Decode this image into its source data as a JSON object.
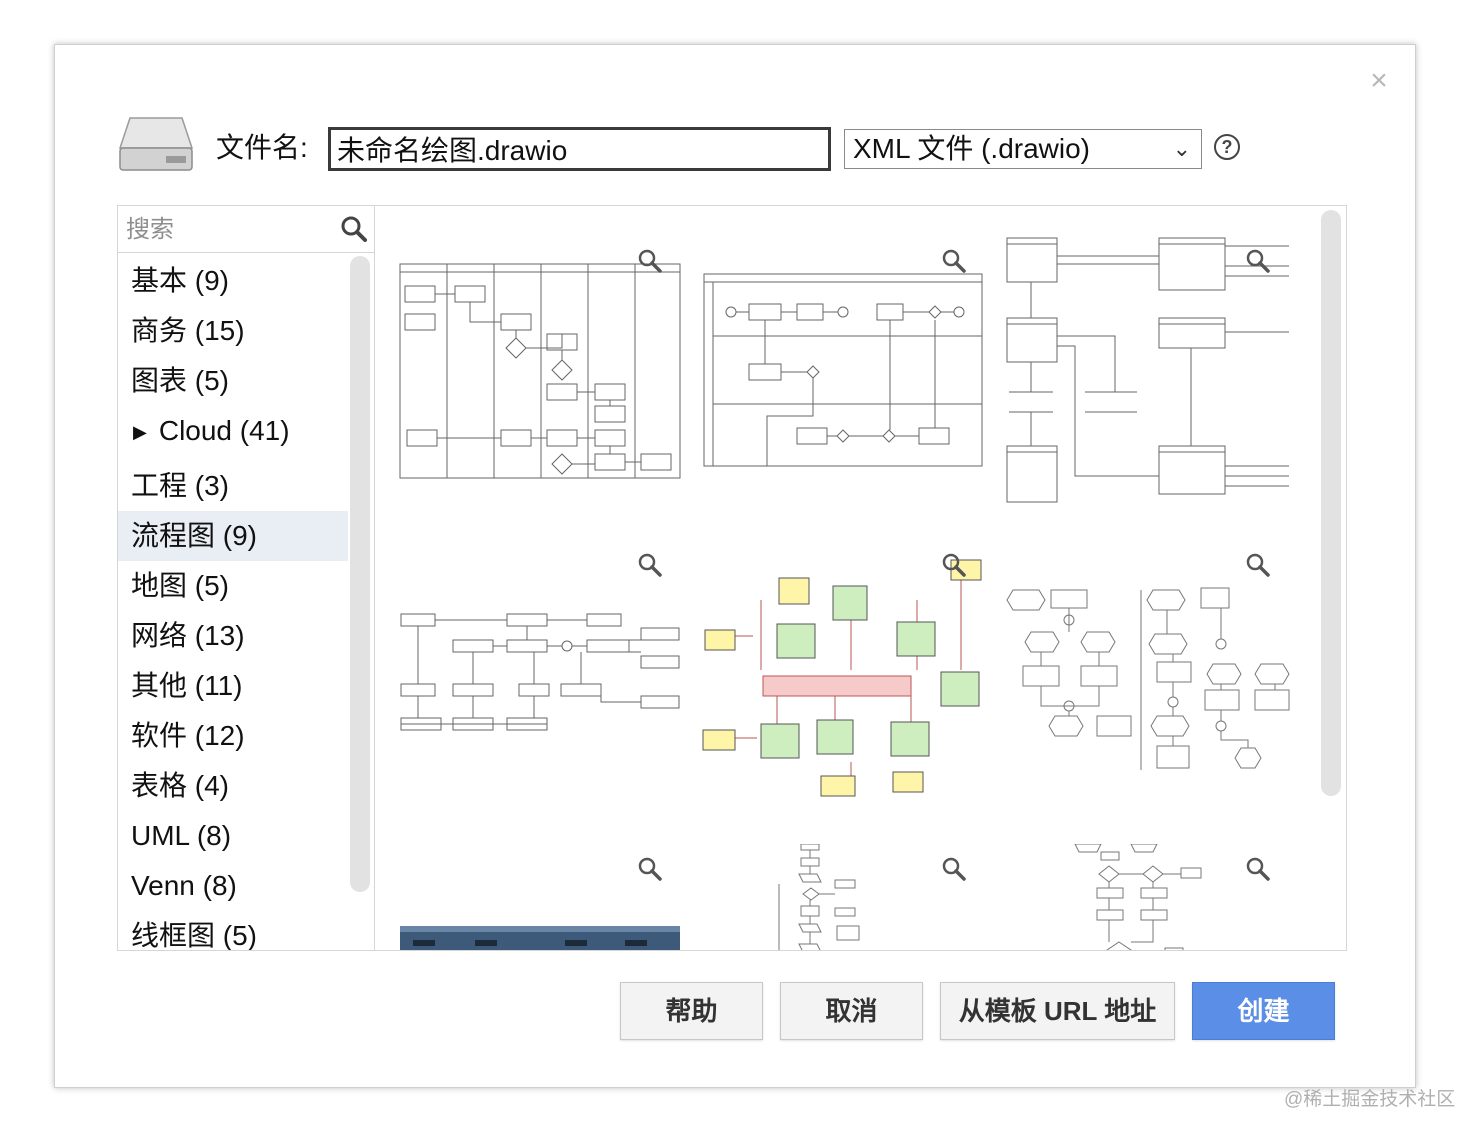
{
  "dialog": {
    "close_symbol": "×",
    "filename_label": "文件名:",
    "filename_value": "未命名绘图.drawio",
    "filetype_value": "XML 文件 (.drawio)",
    "help_symbol": "?"
  },
  "search": {
    "placeholder": "搜索"
  },
  "categories": [
    {
      "label": "基本 (9)"
    },
    {
      "label": "商务 (15)"
    },
    {
      "label": "图表 (5)"
    },
    {
      "label": "Cloud (41)",
      "expandable": true
    },
    {
      "label": "工程 (3)"
    },
    {
      "label": "流程图 (9)",
      "selected": true
    },
    {
      "label": "地图 (5)"
    },
    {
      "label": "网络 (13)"
    },
    {
      "label": "其他 (11)"
    },
    {
      "label": "软件 (12)"
    },
    {
      "label": "表格 (4)"
    },
    {
      "label": "UML (8)"
    },
    {
      "label": "Venn (8)"
    },
    {
      "label": "线框图 (5)"
    }
  ],
  "buttons": {
    "help": "帮助",
    "cancel": "取消",
    "from_url": "从模板 URL 地址",
    "create": "创建"
  },
  "colors": {
    "primary": "#5b8ee6",
    "selected_bg": "#e9eef5",
    "node_green": "#cfeec0",
    "node_yellow": "#fff5a8",
    "banner_red": "#f7caca"
  },
  "watermark": "@稀土掘金技术社区"
}
